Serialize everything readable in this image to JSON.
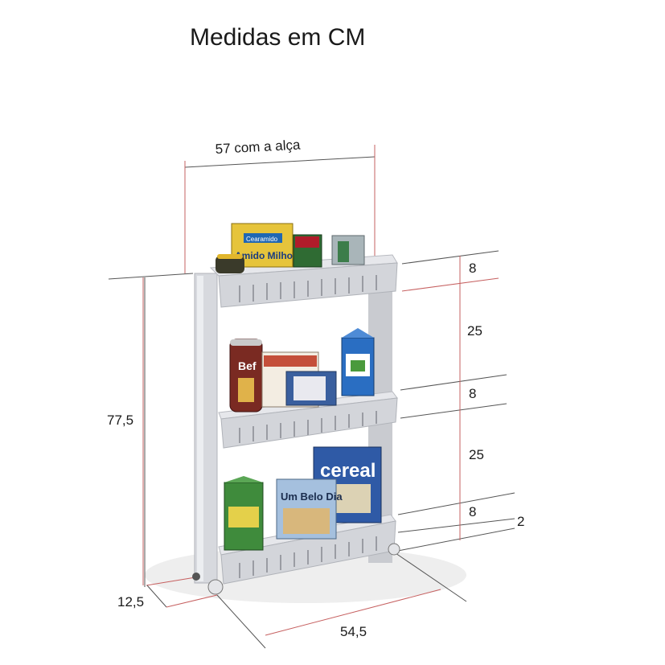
{
  "title": "Medidas em CM",
  "dimensions": {
    "width_with_handle": "57 com a alça",
    "total_height": "77,5",
    "depth": "12,5",
    "base_width": "54,5",
    "top_rail": "8",
    "gap_upper": "25",
    "mid_rail": "8",
    "gap_lower": "25",
    "bottom_rail": "8",
    "wheel": "2"
  },
  "products": {
    "starch_brand": "Cearamido",
    "starch_name": "Amido Milho",
    "chips_brand": "Bef",
    "cereal_brand": "cereal",
    "breakfast_brand": "Um Belo Dia"
  },
  "colors": {
    "dimension_line": "#c66060",
    "helper_line": "#555555",
    "shelf": "#dcdde2"
  }
}
